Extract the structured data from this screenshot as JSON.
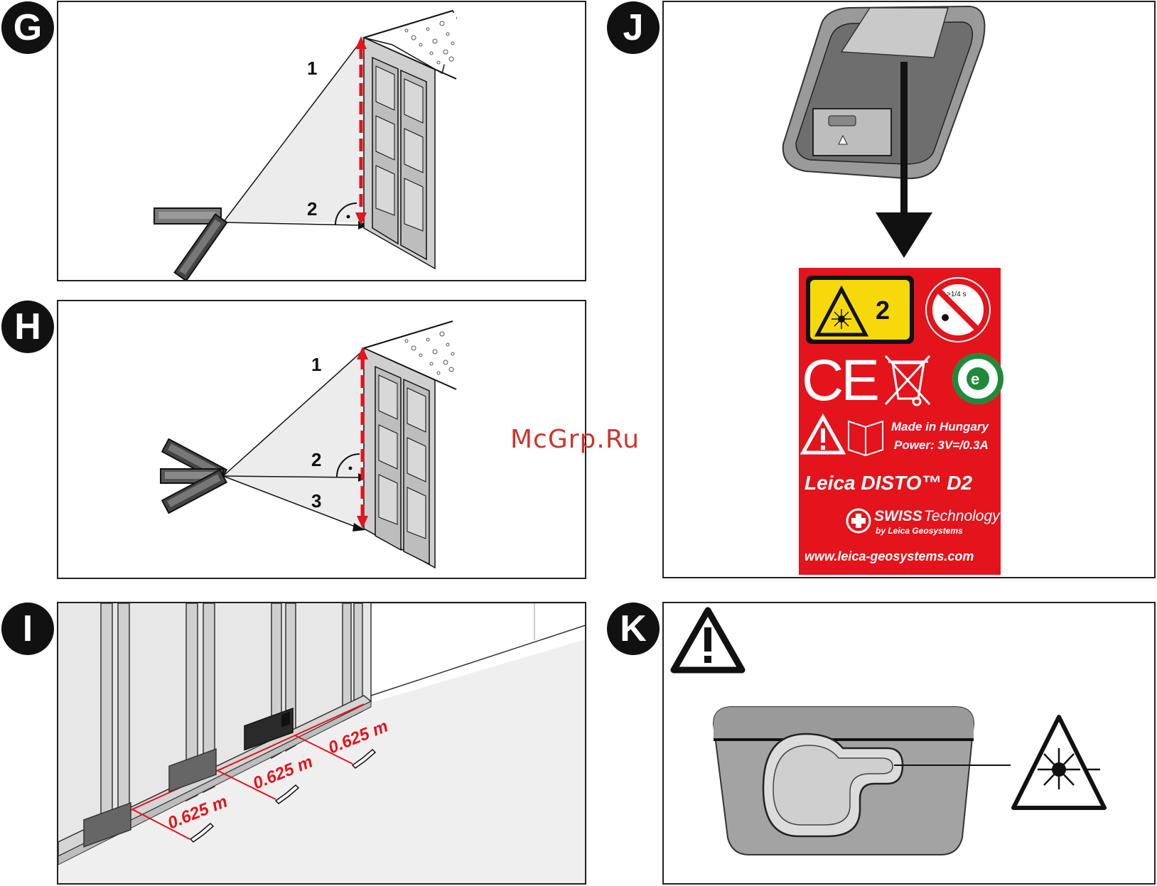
{
  "badges": {
    "g": "G",
    "h": "H",
    "i": "I",
    "j": "J",
    "k": "K"
  },
  "panel_g": {
    "label_1": "1",
    "label_2": "2"
  },
  "panel_h": {
    "label_1": "1",
    "label_2": "2",
    "label_3": "3"
  },
  "panel_i": {
    "measure_1": "0.625 m",
    "measure_2": "0.625 m",
    "measure_3": "0.625 m"
  },
  "panel_j": {
    "laser_class": "2",
    "exposure_time": ">1/4 s",
    "ce_mark": "CE",
    "made_in": "Made in Hungary",
    "power": "Power: 3V=/0.3A",
    "product": "Leica DISTO™ D2",
    "swiss": "SWISS",
    "technology": "Technology",
    "by": "by Leica Geosystems",
    "url": "www.leica-geosystems.com",
    "label_color": "#e3141c",
    "warning_color": "#f5d90a"
  },
  "watermark": "McGrp.Ru"
}
